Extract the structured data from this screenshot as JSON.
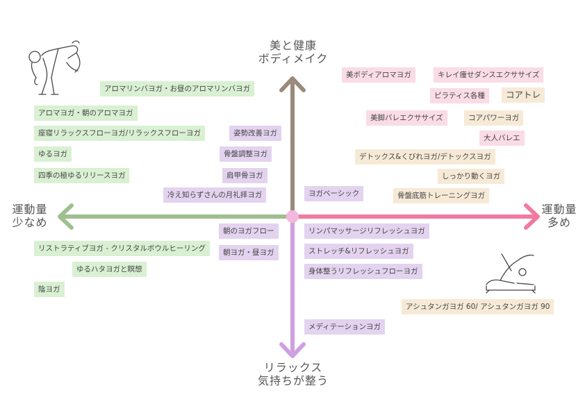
{
  "axes": {
    "top": [
      "美と健康",
      "ボディメイク"
    ],
    "bottom": [
      "リラックス",
      "気持ちが整う"
    ],
    "left": [
      "運動量",
      "少なめ"
    ],
    "right": [
      "運動量",
      "多め"
    ]
  },
  "colors": {
    "top_arrow": "#9a8a7a",
    "bottom_arrow": "#cfa0e0",
    "left_arrow": "#9fbf8f",
    "right_arrow": "#f07aa0",
    "center": "#f4b8de",
    "tag_green": "#d9f0d3",
    "tag_pink": "#fadce6",
    "tag_tan": "#f6ead7",
    "tag_purple": "#e3d3ef"
  },
  "icons": [
    "crane-pose-figure-icon",
    "side-stretch-figure-icon"
  ],
  "classes": {
    "upper_left": [
      "アロマリンバヨガ・お昼のアロマリンバヨガ",
      "アロマヨガ・朝のアロマヨガ",
      "座寝リラックスフローヨガ/リラックスフローヨガ",
      "ゆるヨガ",
      "四季の極ゆるリリースヨガ",
      "姿勢改善ヨガ",
      "骨盤調整ヨガ",
      "肩甲骨ヨガ",
      "冷え知らずさんの月礼拝ヨガ"
    ],
    "upper_right": [
      "美ボディアロマヨガ",
      "キレイ痩せダンスエクササイズ",
      "ピラティス各種",
      "コアトレ",
      "美脚バレエクササイズ",
      "コアパワーヨガ",
      "大人バレエ",
      "デトックス&くびれヨガ/デトックスヨガ",
      "しっかり動くヨガ",
      "ヨガベーシック",
      "骨盤底筋トレーニングヨガ"
    ],
    "lower_left": [
      "朝のヨガフロー",
      "リストラティブヨガ - クリスタルボウルヒーリング",
      "朝ヨガ・昼ヨガ",
      "ゆるハタヨガと瞑想",
      "陰ヨガ"
    ],
    "lower_right": [
      "リンパマッサージリフレッシュヨガ",
      "ストレッチ&リフレッシュヨガ",
      "身体整うリフレッシュフローヨガ",
      "アシュタンガヨガ 60/ アシュタンガヨガ 90",
      "メディテーションヨガ"
    ]
  }
}
